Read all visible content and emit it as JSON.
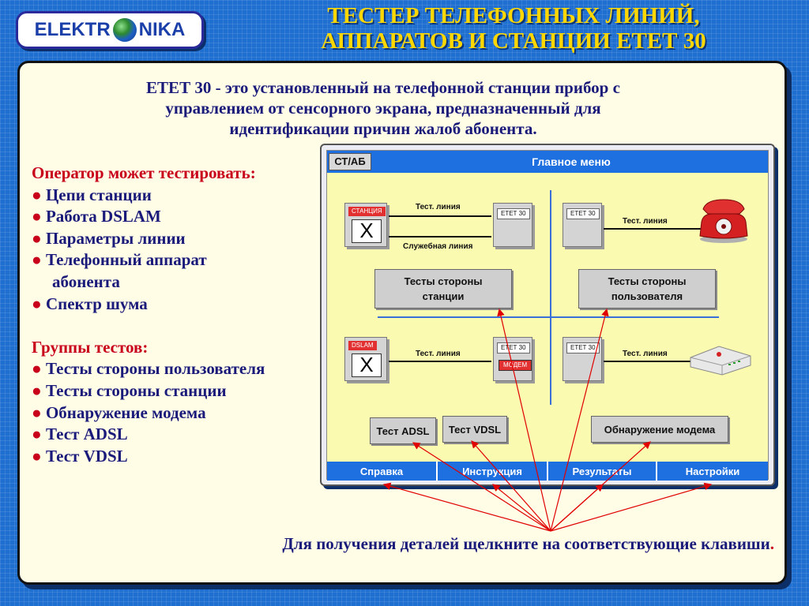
{
  "logo": {
    "text_left": "ELEKTR",
    "text_right": "NIKA"
  },
  "header": {
    "title_line1": "ТЕСТЕР ТЕЛЕФОННЫХ ЛИНИЙ,",
    "title_line2": "АППАРАТОВ И СТАНЦИИ ЕТЕТ 30"
  },
  "intro": {
    "line1": "ЕТЕТ 30  - это установленный на телефонной станции прибор с",
    "line2": "управлением от сенсорного экрана, предназначенный для",
    "line3": "идентификации причин жалоб абонента."
  },
  "operator": {
    "heading": "Оператор может тестировать:",
    "items": [
      "Цепи станции",
      "Работа DSLAM",
      "Параметры линии",
      "Телефонный аппарат",
      "абонента",
      "Спектр шума"
    ]
  },
  "groups": {
    "heading": "Группы тестов:",
    "items": [
      "Тесты стороны пользователя",
      "Тесты стороны станции",
      "Обнаружение модема",
      "Тест ADSL",
      "Тест VDSL"
    ]
  },
  "bullet": "●",
  "screen": {
    "tab_label": "СТ/АБ",
    "title": "Главное меню",
    "station_label": "СТАНЦИЯ",
    "dslam_label": "DSLAM",
    "etet_label": "ЕТЕТ 30",
    "modem_label": "МОДЕМ",
    "x_symbol": "X",
    "test_line": "Тест. линия",
    "service_line": "Служебная линия",
    "btn_station_tests_l1": "Тесты стороны",
    "btn_station_tests_l2": "станции",
    "btn_user_tests_l1": "Тесты стороны",
    "btn_user_tests_l2": "пользователя",
    "btn_adsl": "Тест ADSL",
    "btn_vdsl": "Тест VDSL",
    "btn_modem_detect": "Обнаружение модема",
    "bottom": [
      "Справка",
      "Инструкция",
      "Результаты",
      "Настройки"
    ]
  },
  "footer": {
    "text": "Для получения деталей щелкните на соответствующие клавиши",
    "period": "."
  },
  "colors": {
    "background": "#1f6fd0",
    "panel": "#fffde6",
    "title_yellow": "#ffd700",
    "text_navy": "#1a1a7a",
    "accent_red": "#c8001a",
    "screen_bg": "#fafab0",
    "screen_blue": "#1e6fe0"
  },
  "icons": [
    "globe-icon",
    "telephone-icon",
    "modem-icon"
  ]
}
